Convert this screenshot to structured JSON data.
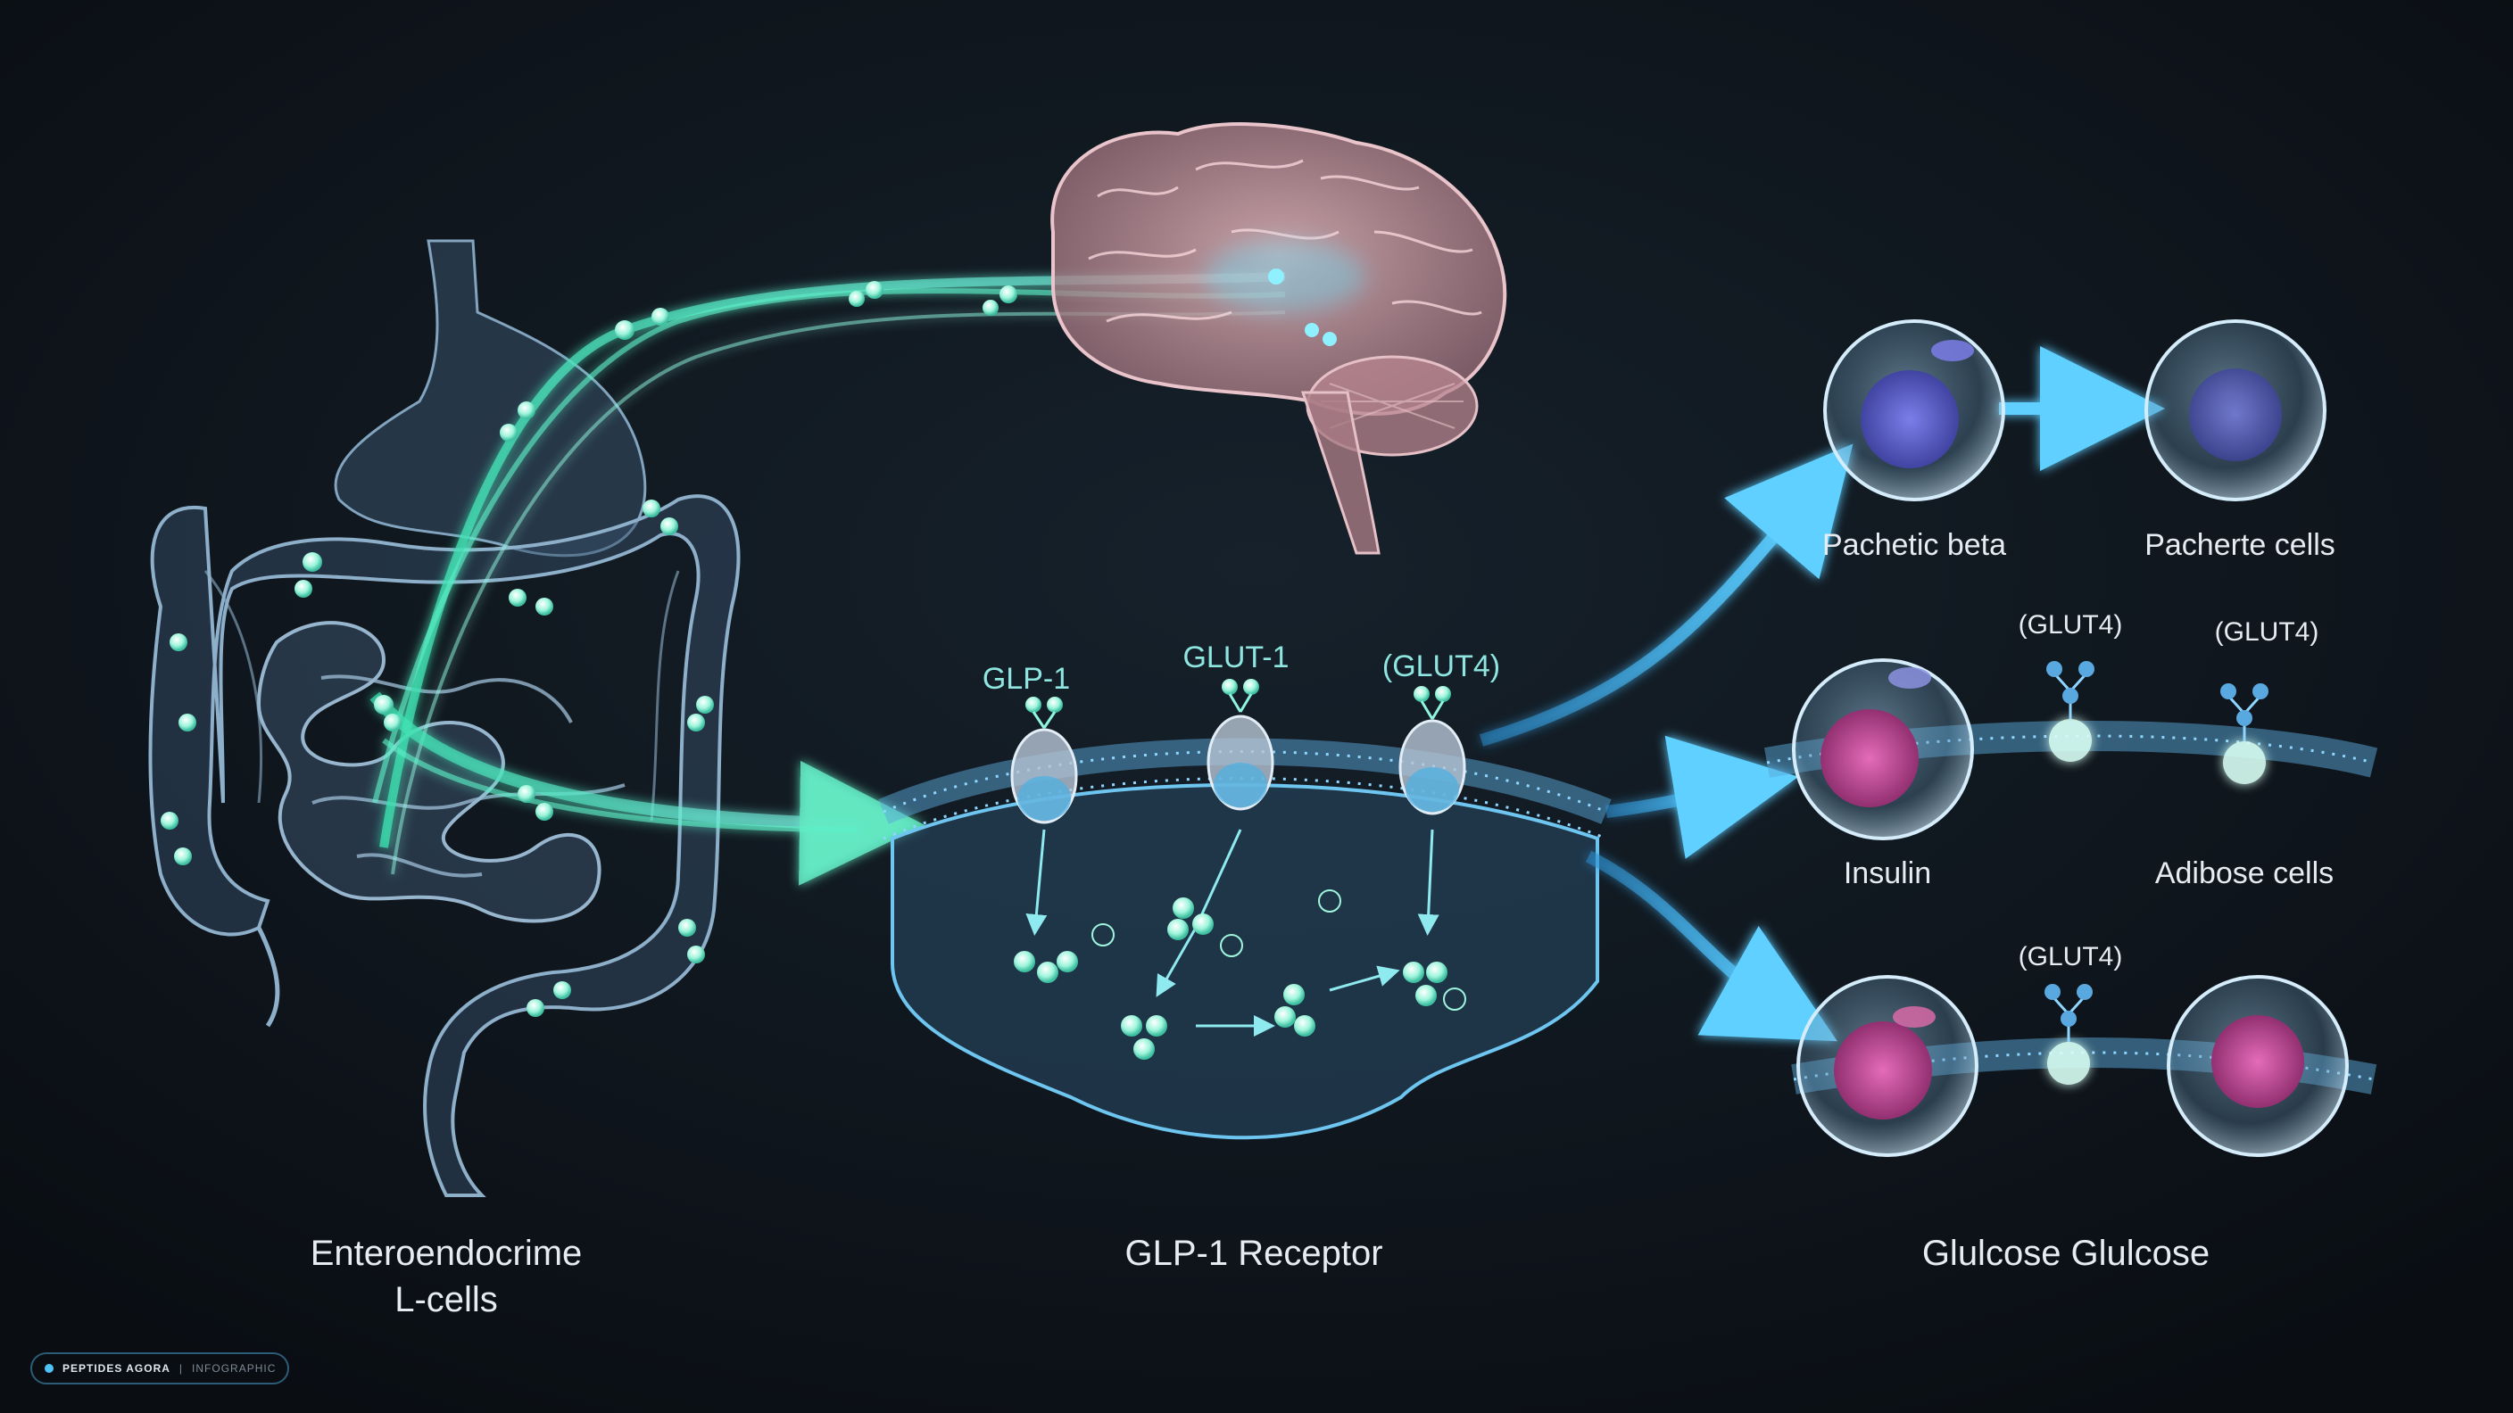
{
  "colors": {
    "background": "#0c1117",
    "teal_glow": "#4fe3c1",
    "cyan": "#5fd0ff",
    "membrane": "#6ec6f0",
    "brain": "#d8a7b0",
    "nucleus_blue": "#5a5fc8",
    "nucleus_pink": "#c6479a"
  },
  "labels": {
    "l_cells_line1": "Enteroendocrime",
    "l_cells_line2": "L-cells",
    "receptor": "GLP-1 Receptor",
    "glucose": "Glulcose Glulcose",
    "glp1": "GLP-1",
    "glut1": "GLUT-1",
    "glut4_membrane": "(GLUT4)",
    "pancreatic_beta": "Pachetic beta",
    "pancreatic_cells": "Pacherte cells",
    "glut4_a": "(GLUT4)",
    "glut4_b": "(GLUT4)",
    "insulin": "Insulin",
    "adipose": "Adibose cells",
    "glut4_c": "(GLUT4)"
  },
  "badge": {
    "brand": "PEPTIDES AGORA",
    "separator": "|",
    "type": "INFOGRAPHIC"
  },
  "icons": [
    "intestine-icon",
    "brain-icon",
    "cell-membrane-icon",
    "receptor-icon",
    "molecule-icon",
    "cell-icon",
    "arrow-icon"
  ]
}
